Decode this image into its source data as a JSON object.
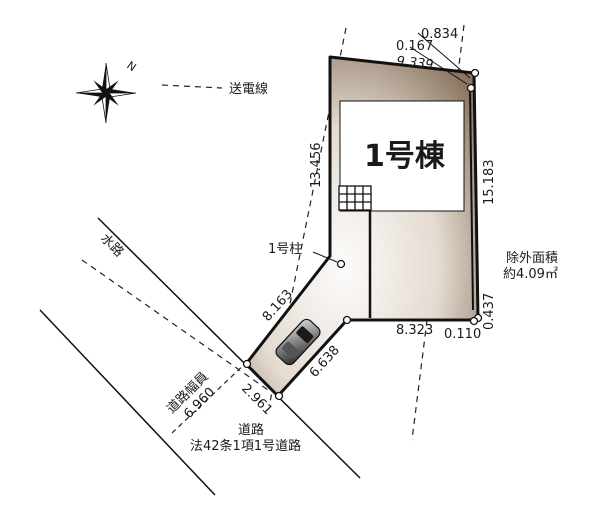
{
  "legend": {
    "power_line_label": "送電線",
    "north_label": "N"
  },
  "building": {
    "label": "1号棟"
  },
  "road": {
    "label": "道路",
    "legal_basis": "法42条1項1号道路",
    "width_label": "道路幅員",
    "width_value": "6.960"
  },
  "waterway": {
    "label": "水路"
  },
  "utility_pole": {
    "label": "1号柱"
  },
  "excluded_area": {
    "label": "除外面積",
    "value": "約4.09㎡"
  },
  "dimensions": {
    "top_edge": "9.339",
    "top_right_small_1": "0.834",
    "top_right_small_2": "0.167",
    "left_edge": "13.456",
    "right_edge": "15.183",
    "right_bottom_1": "0.437",
    "bottom_right_small": "0.110",
    "bottom_edge": "8.323",
    "driveway_left": "8.163",
    "driveway_right": "6.638",
    "frontage": "2.961"
  },
  "colors": {
    "lot_fill_dark": "#8a7560",
    "lot_fill_light": "#fdfcfb",
    "outline": "#111111"
  }
}
